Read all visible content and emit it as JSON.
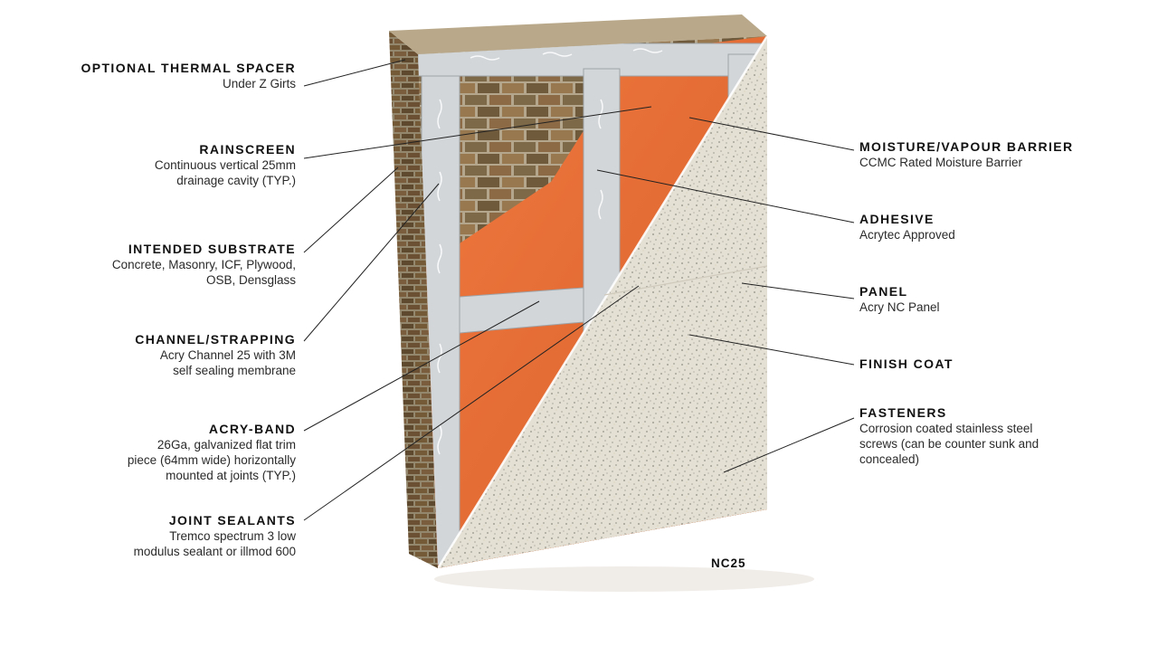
{
  "model": "NC25",
  "colors": {
    "brick": "#8c6a45",
    "mortar": "#b7aa92",
    "channel": "#cfd3d6",
    "barrier": "#e8703a",
    "panel": "#e6e2d6",
    "leader": "#222222"
  },
  "labels_left": [
    {
      "title": "OPTIONAL THERMAL SPACER",
      "lines": [
        "Under Z Girts"
      ]
    },
    {
      "title": "RAINSCREEN",
      "lines": [
        "Continuous vertical 25mm",
        "drainage cavity (TYP.)"
      ]
    },
    {
      "title": "INTENDED SUBSTRATE",
      "lines": [
        "Concrete, Masonry, ICF, Plywood,",
        "OSB, Densglass"
      ]
    },
    {
      "title": "CHANNEL/STRAPPING",
      "lines": [
        "Acry Channel 25 with 3M",
        "self sealing membrane"
      ]
    },
    {
      "title": "ACRY-BAND",
      "lines": [
        "26Ga, galvanized flat trim",
        "piece (64mm wide) horizontally",
        "mounted at joints (TYP.)"
      ]
    },
    {
      "title": "JOINT SEALANTS",
      "lines": [
        "Tremco spectrum 3 low",
        "modulus sealant or illmod 600"
      ]
    }
  ],
  "labels_right": [
    {
      "title": "MOISTURE/VAPOUR BARRIER",
      "lines": [
        "CCMC Rated Moisture Barrier"
      ]
    },
    {
      "title": "ADHESIVE",
      "lines": [
        "Acrytec Approved"
      ]
    },
    {
      "title": "PANEL",
      "lines": [
        "Acry NC Panel"
      ]
    },
    {
      "title": "FINISH COAT",
      "lines": []
    },
    {
      "title": "FASTENERS",
      "lines": [
        "Corrosion coated stainless steel",
        "screws (can be counter sunk and",
        "concealed)"
      ]
    }
  ]
}
